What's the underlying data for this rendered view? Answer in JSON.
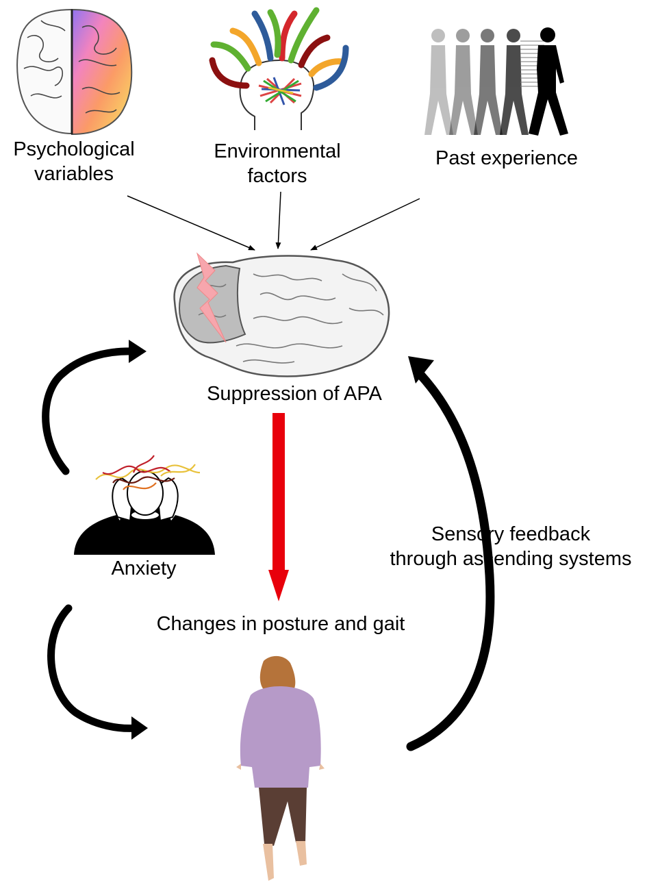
{
  "labels": {
    "psychological_line1": "Psychological",
    "psychological_line2": "variables",
    "environmental_line1": "Environmental",
    "environmental_line2": "factors",
    "past_experience": "Past experience",
    "suppression": "Suppression of APA",
    "anxiety": "Anxiety",
    "changes": "Changes in posture and gait",
    "sensory_line1": "Sensory feedback",
    "sensory_line2": "through ascending systems"
  },
  "icons": {
    "psychological": "colorful-half-brain-icon",
    "environmental": "head-with-converging-arrows-icon",
    "past_experience": "walking-silhouettes-icon",
    "central": "brain-with-lightning-icon",
    "anxiety": "anxious-person-icon",
    "walker": "walking-elderly-woman-icon"
  },
  "colors": {
    "red_arrow": "#e8000b",
    "lightning": "#f7a6ad",
    "sweater": "#b69ac8"
  }
}
